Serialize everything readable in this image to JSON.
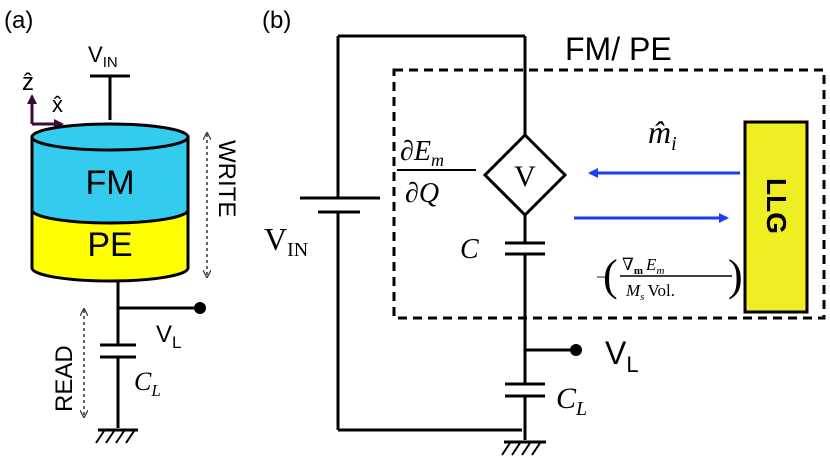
{
  "panel_a": {
    "panel_label": "(a)",
    "axis_z_label": "ẑ",
    "axis_x_label": "x̂",
    "vin_label": "V",
    "vin_sub": "IN",
    "fm_label": "FM",
    "pe_label": "PE",
    "write_label": "WRITE",
    "read_label": "READ",
    "vl_label": "V",
    "vl_sub": "L",
    "cl_label": "C",
    "cl_sub": "L",
    "colors": {
      "fm": "#33ccee",
      "pe": "#ffff00",
      "axis": "#3a0a3a"
    }
  },
  "panel_b": {
    "panel_label": "(b)",
    "region_label": "FM/ PE",
    "source_symbol": "V",
    "deriv_num": "∂E",
    "deriv_num_sub": "m",
    "deriv_den": "∂Q",
    "cap_label": "C",
    "m_hat_label": "m̂",
    "m_hat_sub": "i",
    "llg_label": "LLG",
    "grad_prefix": "−",
    "grad_num": "∇",
    "grad_num_sub": "m",
    "grad_num_e": "E",
    "grad_num_e_sub": "m",
    "grad_den": "M",
    "grad_den_sub": "s",
    "grad_den_vol": "Vol.",
    "vin_label": "V",
    "vin_sub": "IN",
    "vl_label": "V",
    "vl_sub": "L",
    "cl_label": "C",
    "cl_sub": "L",
    "colors": {
      "llg": "#eeee22",
      "arrow": "#1e3cf0"
    }
  }
}
